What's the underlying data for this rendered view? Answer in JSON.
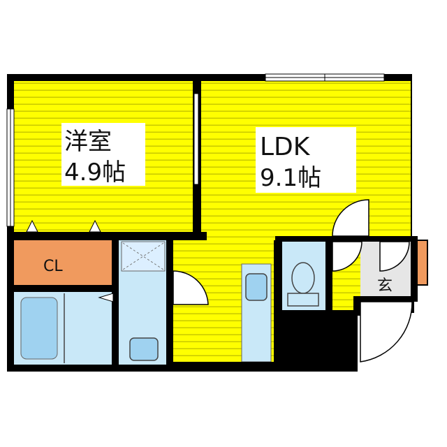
{
  "rooms": {
    "western_room": {
      "name": "洋室",
      "size": "4.9帖"
    },
    "ldk": {
      "name": "LDK",
      "size": "9.1帖"
    },
    "closet": {
      "name": "CL"
    },
    "entrance": {
      "name": "玄"
    }
  },
  "colors": {
    "floor_yellow": "#ffff00",
    "floor_stripe": "#c8c800",
    "closet_orange": "#f09a5e",
    "wet_area_blue": "#c9e8f8",
    "fixture_blue": "#9fd2f0",
    "entrance_gray": "#e6e6e6",
    "wall": "#000000"
  }
}
